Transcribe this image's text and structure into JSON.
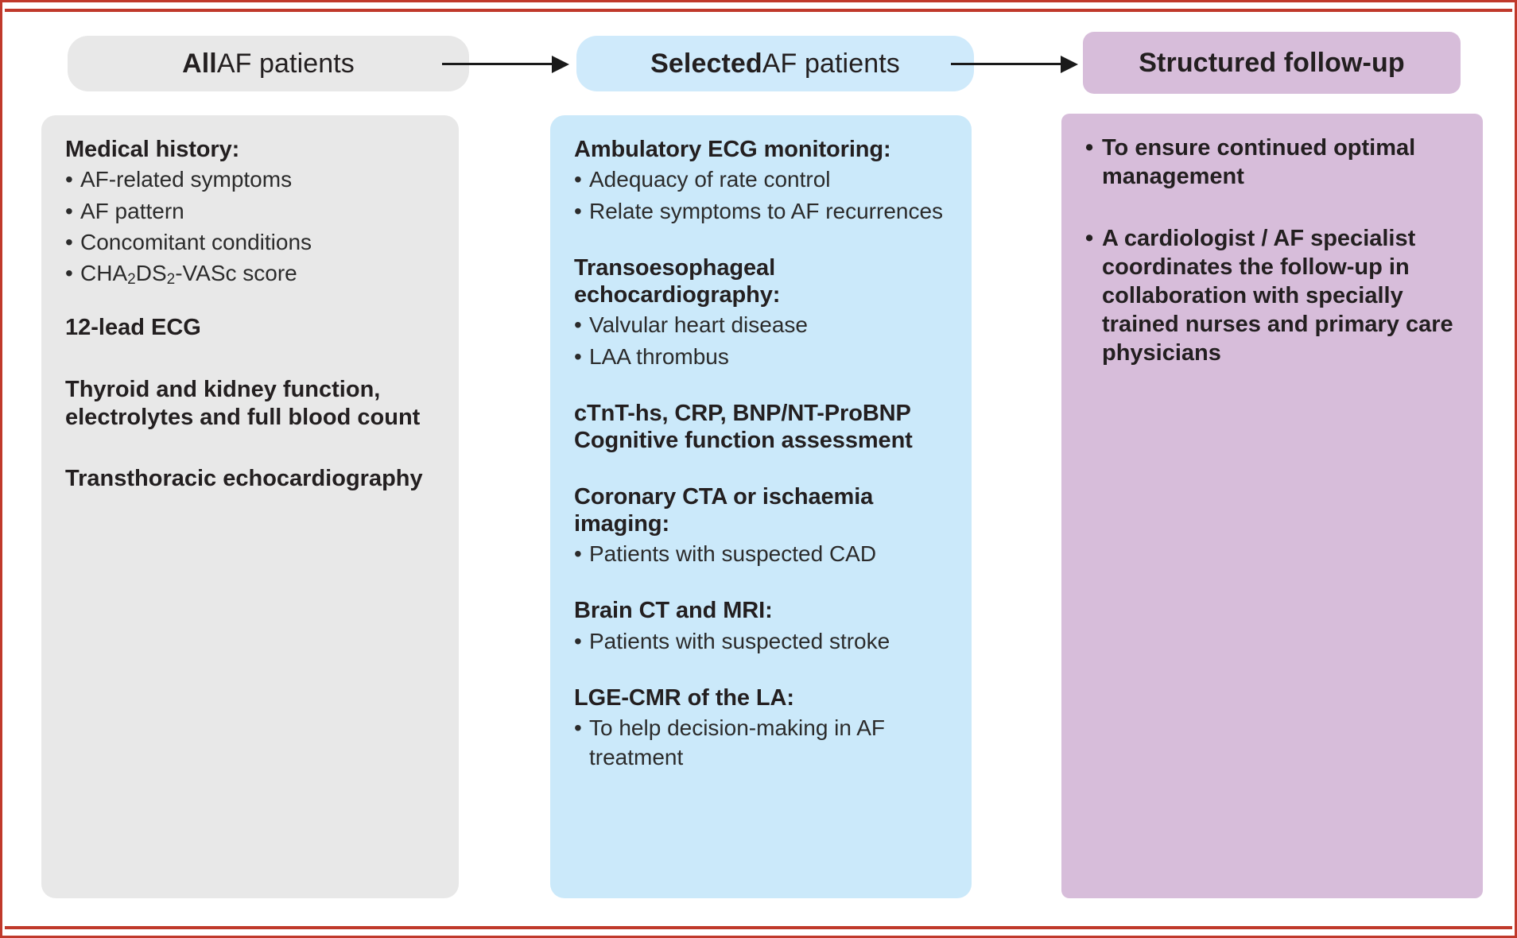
{
  "theme": {
    "border_color": "#c0392b",
    "col1_bg": "#e8e8e8",
    "col2_bg": "#cbe9fa",
    "col3_bg": "#d7bdda",
    "text_color": "#231f20"
  },
  "headers": [
    {
      "lead": "All",
      "rest": " AF patients"
    },
    {
      "lead": "Selected",
      "rest": " AF patients"
    },
    {
      "lead": "Structured follow-up",
      "rest": ""
    }
  ],
  "connectors": [
    {
      "name": "arrow-1"
    },
    {
      "name": "arrow-2"
    }
  ],
  "columns": {
    "all_af_patients": {
      "groups": [
        {
          "heading": "Medical history:",
          "items": [
            "AF-related symptoms",
            "AF pattern",
            "Concomitant conditions",
            "CHA2DS2-VASc score"
          ]
        },
        {
          "heading": "12-lead ECG",
          "items": []
        },
        {
          "heading": "Thyroid and kidney function, electrolytes and full blood count",
          "items": []
        },
        {
          "heading": "Transthoracic echocardiography",
          "items": []
        }
      ]
    },
    "selected_af_patients": {
      "groups": [
        {
          "heading": "Ambulatory ECG monitoring:",
          "items": [
            "Adequacy of rate control",
            "Relate symptoms to AF recurrences"
          ]
        },
        {
          "heading": "Transoesophageal echocardiography:",
          "items": [
            "Valvular heart disease",
            "LAA thrombus"
          ]
        },
        {
          "heading": "cTnT-hs, CRP, BNP/NT-ProBNP Cognitive function assessment",
          "items": []
        },
        {
          "heading": "Coronary CTA or ischaemia imaging:",
          "items": [
            "Patients with suspected CAD"
          ]
        },
        {
          "heading": "Brain CT and MRI:",
          "items": [
            "Patients with suspected stroke"
          ]
        },
        {
          "heading": "LGE-CMR of the LA:",
          "items": [
            "To help decision-making in AF treatment"
          ]
        }
      ]
    },
    "structured_follow_up": {
      "bullets": [
        "To ensure continued optimal management",
        "A cardiologist / AF specialist coordinates the follow-up in collaboration with specially trained nurses and primary care physicians"
      ]
    }
  },
  "bullet_glyph": "•"
}
